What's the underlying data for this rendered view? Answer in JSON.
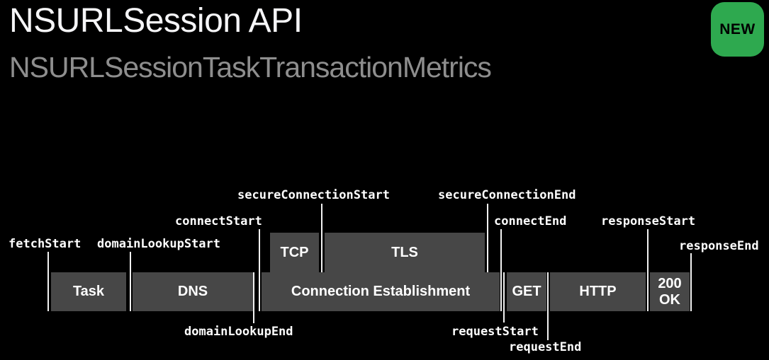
{
  "header": {
    "title": "NSURLSession API",
    "subtitle": "NSURLSessionTaskTransactionMetrics",
    "badge": "NEW"
  },
  "diagram": {
    "phases": {
      "task": "Task",
      "dns": "DNS",
      "connection": "Connection Establishment",
      "tcp": "TCP",
      "tls": "TLS",
      "get": "GET",
      "http": "HTTP",
      "status_line1": "200",
      "status_line2": "OK"
    },
    "events": {
      "fetch_start": "fetchStart",
      "domain_lookup_start": "domainLookupStart",
      "domain_lookup_end": "domainLookupEnd",
      "connect_start": "connectStart",
      "secure_connection_start": "secureConnectionStart",
      "secure_connection_end": "secureConnectionEnd",
      "connect_end": "connectEnd",
      "request_start": "requestStart",
      "request_end": "requestEnd",
      "response_start": "responseStart",
      "response_end": "responseEnd"
    }
  },
  "colors": {
    "background": "#000000",
    "bar": "#474747",
    "tick": "#f2f2f2",
    "title": "#f5f5f7",
    "subtitle": "#8e8e8e",
    "badge": "#2ea94f",
    "badge_text": "#000000"
  }
}
